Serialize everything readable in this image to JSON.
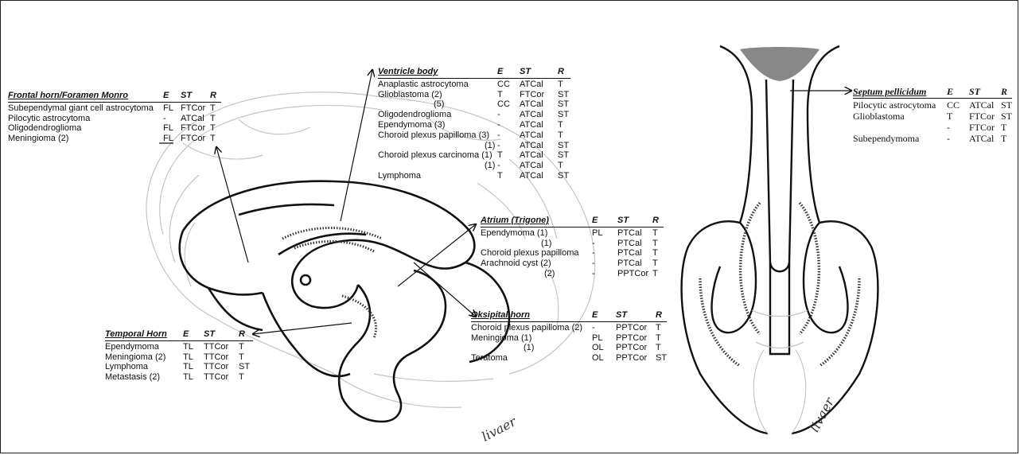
{
  "tables": {
    "frontal_horn": {
      "title": "Frontal horn/Foramen Monro",
      "columns": [
        "E",
        "ST",
        "R"
      ],
      "rows": [
        {
          "label": "Subependymal giant cell astrocytoma",
          "e": "FL",
          "st": "FTCor",
          "r": "T"
        },
        {
          "label": "Pilocytic astrocytoma",
          "e": "-",
          "st": "ATCal",
          "r": "T"
        },
        {
          "label": "Oligodendroglioma",
          "e": "FL",
          "st": "FTCor",
          "r": "T"
        },
        {
          "label": "Meningioma (2)",
          "e": "FL",
          "st": "FTCor",
          "r": "T"
        }
      ]
    },
    "ventricle_body": {
      "title": "Ventricle body",
      "columns": [
        "E",
        "ST",
        "R"
      ],
      "rows": [
        {
          "label": "Anaplastic astrocytoma",
          "e": "CC",
          "st": "ATCal",
          "r": "T"
        },
        {
          "label": "Glioblastoma (2)",
          "e": "T",
          "st": "FTCor",
          "r": "ST"
        },
        {
          "label": "(5)",
          "e": "CC",
          "st": "ATCal",
          "r": "ST"
        },
        {
          "label": "Oligodendroglioma",
          "e": "-",
          "st": "ATCal",
          "r": "ST"
        },
        {
          "label": "Ependymoma (3)",
          "e": "-",
          "st": "ATCal",
          "r": "T"
        },
        {
          "label": "Choroid plexus papilloma (3)",
          "e": "-",
          "st": "ATCal",
          "r": "T"
        },
        {
          "label": "(1)",
          "e": "-",
          "st": "ATCal",
          "r": "ST"
        },
        {
          "label": "Choroid plexus carcinoma (1)",
          "e": "T",
          "st": "ATCal",
          "r": "ST"
        },
        {
          "label": "(1)",
          "e": "-",
          "st": "ATCal",
          "r": "T"
        },
        {
          "label": "Lymphoma",
          "e": "T",
          "st": "ATCal",
          "r": "ST"
        }
      ]
    },
    "atrium": {
      "title": "Atrium (Trigone)",
      "columns": [
        "E",
        "ST",
        "R"
      ],
      "rows": [
        {
          "label": "Ependymoma (1)",
          "e": "PL",
          "st": "PTCal",
          "r": "T"
        },
        {
          "label": "(1)",
          "e": "-",
          "st": "PTCal",
          "r": "T"
        },
        {
          "label": "Choroid plexus papilloma",
          "e": "-",
          "st": "PTCal",
          "r": "T"
        },
        {
          "label": "Arachnoid cyst (2)",
          "e": "-",
          "st": "PTCal",
          "r": "T"
        },
        {
          "label": "(2)",
          "e": "-",
          "st": "PPTCor",
          "r": "T"
        }
      ]
    },
    "oksipital_horn": {
      "title": "Oksipital horn",
      "columns": [
        "E",
        "ST",
        "R"
      ],
      "rows": [
        {
          "label": "Choroid plexus papilloma (2)",
          "e": "-",
          "st": "PPTCor",
          "r": "T"
        },
        {
          "label": "Meningioma (1)",
          "e": "PL",
          "st": "PPTCor",
          "r": "T"
        },
        {
          "label": "(1)",
          "e": "OL",
          "st": "PPTCor",
          "r": "T"
        },
        {
          "label": "Teratoma",
          "e": "OL",
          "st": "PPTCor",
          "r": "ST"
        }
      ]
    },
    "temporal_horn": {
      "title": "Temporal Horn",
      "columns": [
        "E",
        "ST",
        "R"
      ],
      "rows": [
        {
          "label": "Ependymoma",
          "e": "TL",
          "st": "TTCor",
          "r": "T"
        },
        {
          "label": "Meningioma (2)",
          "e": "TL",
          "st": "TTCor",
          "r": "T"
        },
        {
          "label": "Lymphoma",
          "e": "TL",
          "st": "TTCor",
          "r": "ST"
        },
        {
          "label": "Metastasis (2)",
          "e": "TL",
          "st": "TTCor",
          "r": "T"
        }
      ]
    },
    "septum_pellicidum": {
      "title": "Septum pellicidum",
      "columns": [
        "E",
        "ST",
        "R"
      ],
      "rows": [
        {
          "label": "Pilocytic astrocytoma",
          "e": "CC",
          "st": "ATCal",
          "r": "ST"
        },
        {
          "label": "Glioblastoma",
          "e": "T",
          "st": "FTCor",
          "r": "ST"
        },
        {
          "label": "",
          "e": "-",
          "st": "FTCor",
          "r": "T"
        },
        {
          "label": "Subependymoma",
          "e": "-",
          "st": "ATCal",
          "r": "T"
        }
      ]
    }
  },
  "signatures": {
    "left": "livaer",
    "right": "livaer"
  },
  "colors": {
    "ink": "#111111",
    "sketch": "#bdbdbd",
    "stipple": "#333333"
  }
}
